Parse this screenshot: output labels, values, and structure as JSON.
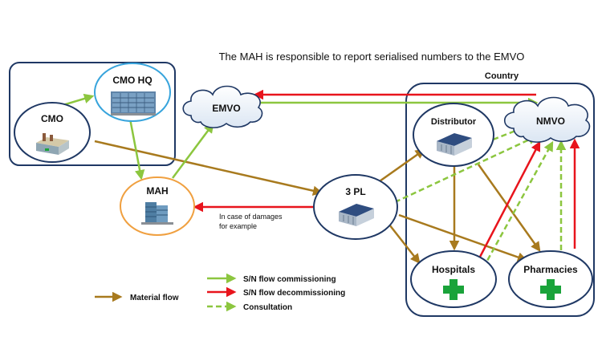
{
  "title": "The MAH is responsible to report serialised numbers to the EMVO",
  "country_label": "Country",
  "nodes": {
    "cmo": "CMO",
    "cmo_hq": "CMO HQ",
    "emvo": "EMVO",
    "mah": "MAH",
    "third_pl": "3 PL",
    "distributor": "Distributor",
    "nmvo": "NMVO",
    "hospitals": "Hospitals",
    "pharmacies": "Pharmacies"
  },
  "note": {
    "line1": "In case of damages",
    "line2": "for example"
  },
  "legend": {
    "material": "Material flow",
    "commissioning": "S/N flow commissioning",
    "decommissioning": "S/N flow decommissioning",
    "consultation": "Consultation"
  },
  "colors": {
    "material": "#a87a1e",
    "commissioning": "#8cc63f",
    "decommissioning": "#e8141c",
    "consultation": "#8cc63f",
    "box_border": "#1f3864",
    "mah_border": "#f0a040",
    "cross": "#1aa33a"
  },
  "icons": {
    "cmo": "factory-icon",
    "cmo_hq": "office-building-icon",
    "mah": "office-tower-icon",
    "third_pl": "warehouse-icon",
    "distributor": "warehouse-icon",
    "hospitals": "medical-cross-icon",
    "pharmacies": "medical-cross-icon"
  }
}
